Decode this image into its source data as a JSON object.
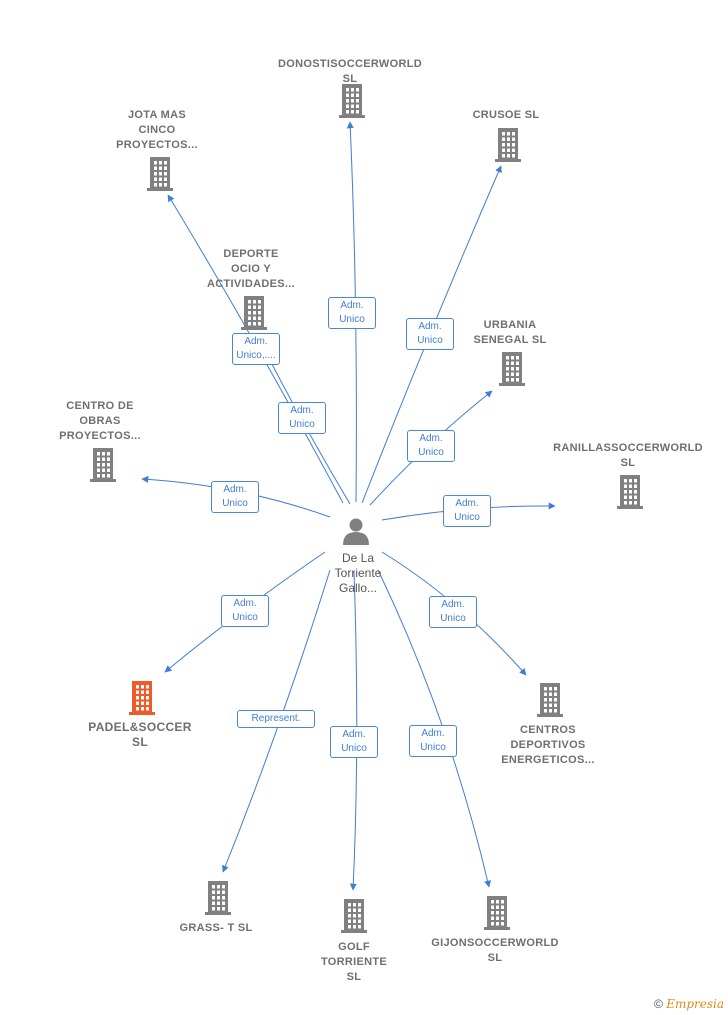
{
  "center": {
    "label": "De La\nTorriente\nGallo..."
  },
  "nodes": [
    {
      "id": "donosti",
      "label": "DONOSTISOCCERWORLD\nSL",
      "highlight": false
    },
    {
      "id": "jota",
      "label": "JOTA MAS\nCINCO\nPROYECTOS...",
      "highlight": false
    },
    {
      "id": "crusoe",
      "label": "CRUSOE  SL",
      "highlight": false
    },
    {
      "id": "deporte",
      "label": "DEPORTE\nOCIO Y\nACTIVIDADES...",
      "highlight": false
    },
    {
      "id": "urbania",
      "label": "URBANIA\nSENEGAL SL",
      "highlight": false
    },
    {
      "id": "centroobras",
      "label": "CENTRO DE\nOBRAS\nPROYECTOS...",
      "highlight": false
    },
    {
      "id": "ranillas",
      "label": "RANILLASSOCCERWORLD\nSL",
      "highlight": false
    },
    {
      "id": "padel",
      "label": "PADEL&SOCCER\nSL",
      "highlight": true
    },
    {
      "id": "centros",
      "label": "CENTROS\nDEPORTIVOS\nENERGETICOS...",
      "highlight": false
    },
    {
      "id": "grass",
      "label": "GRASS- T  SL",
      "highlight": false
    },
    {
      "id": "golf",
      "label": "GOLF\nTORRIENTE\nSL",
      "highlight": false
    },
    {
      "id": "gijon",
      "label": "GIJONSOCCERWORLD\nSL",
      "highlight": false
    }
  ],
  "edges": [
    {
      "to": "donosti",
      "label": "Adm.\nUnico"
    },
    {
      "to": "jota",
      "label": "Adm.\nUnico,...."
    },
    {
      "to": "crusoe",
      "label": "Adm.\nUnico"
    },
    {
      "to": "deporte",
      "label": "Adm.\nUnico"
    },
    {
      "to": "urbania",
      "label": "Adm.\nUnico"
    },
    {
      "to": "centroobras",
      "label": "Adm.\nUnico"
    },
    {
      "to": "ranillas",
      "label": "Adm.\nUnico"
    },
    {
      "to": "padel",
      "label": "Adm.\nUnico"
    },
    {
      "to": "centros",
      "label": "Adm.\nUnico"
    },
    {
      "to": "grass",
      "label": "Represent."
    },
    {
      "to": "golf",
      "label": "Adm.\nUnico"
    },
    {
      "to": "gijon",
      "label": "Adm.\nUnico"
    }
  ],
  "colors": {
    "edge": "#3f7fd1",
    "building": "#808080",
    "highlight": "#f05a28",
    "person": "#808080"
  },
  "footer": {
    "copyright": "©",
    "brand": "Empresia"
  }
}
